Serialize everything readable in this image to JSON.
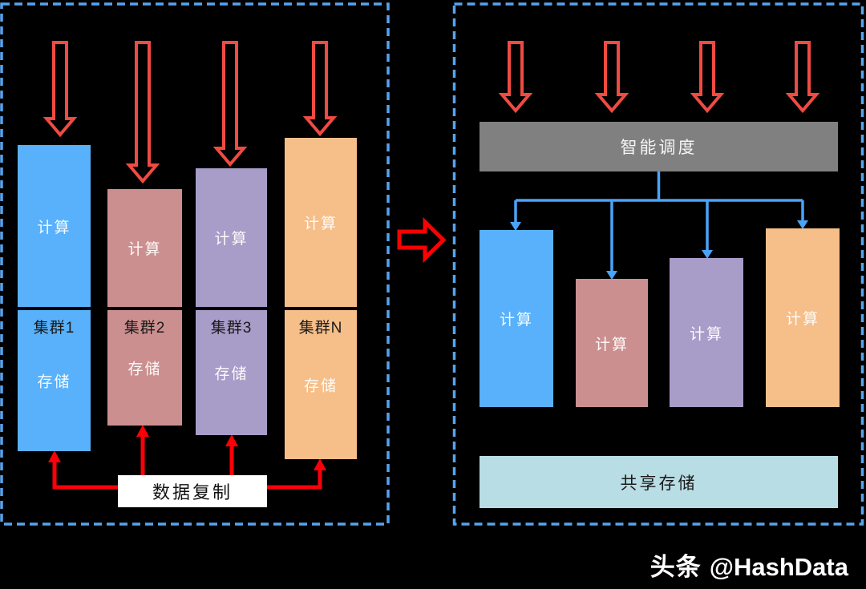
{
  "background_color": "#000000",
  "left_panel": {
    "description": "independent clusters with coupled compute and storage",
    "clusters": [
      {
        "name": "集群1",
        "compute_label": "计算",
        "storage_label": "存储",
        "color": "#58B1FA"
      },
      {
        "name": "集群2",
        "compute_label": "计算",
        "storage_label": "存储",
        "color": "#CC8F8F"
      },
      {
        "name": "集群3",
        "compute_label": "计算",
        "storage_label": "存储",
        "color": "#A89CC8"
      },
      {
        "name": "集群N",
        "compute_label": "计算",
        "storage_label": "存储",
        "color": "#F6BE88"
      }
    ],
    "replication_label": "数据复制"
  },
  "right_panel": {
    "description": "shared-storage architecture with intelligent scheduling",
    "scheduler_label": "智能调度",
    "compute_nodes": [
      {
        "label": "计算",
        "color": "#58B1FA"
      },
      {
        "label": "计算",
        "color": "#CC8F8F"
      },
      {
        "label": "计算",
        "color": "#A89CC8"
      },
      {
        "label": "计算",
        "color": "#F6BE88"
      }
    ],
    "shared_storage_label": "共享存储"
  },
  "watermark": {
    "brand": "头条",
    "handle": "@HashData"
  },
  "colors": {
    "panel_border": "#55A4F0",
    "workload_arrow_outline": "#EF4B42",
    "replication_arrow": "#FA0008",
    "transform_arrow": "#FE0000",
    "scheduler_connector": "#4AA3F7",
    "scheduler_bg": "#808080",
    "shared_storage_bg": "#B9DDE4",
    "replication_box_bg": "#FFFFFF",
    "cluster_blue": "#58B1FA",
    "cluster_pink": "#CC8F8F",
    "cluster_purple": "#A89CC8",
    "cluster_orange": "#F6BE88"
  }
}
